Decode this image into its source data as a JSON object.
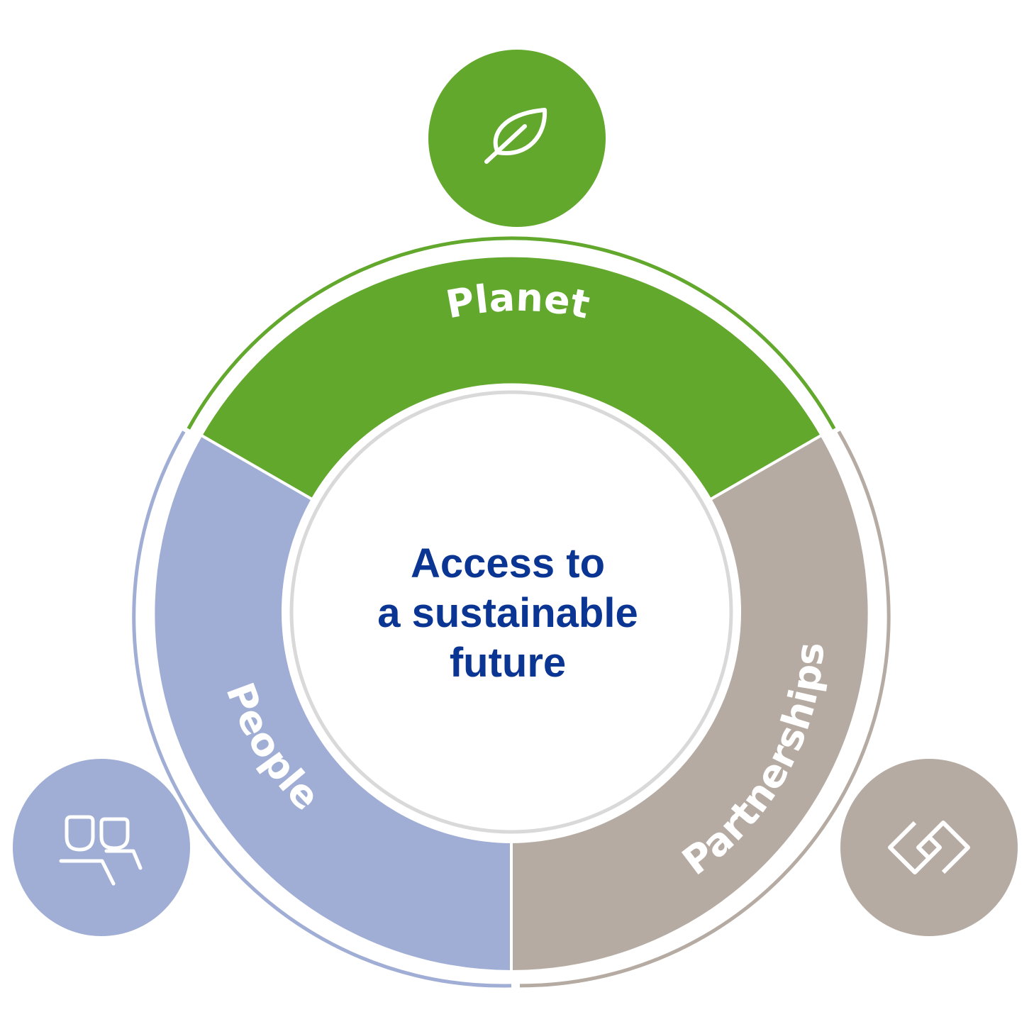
{
  "center": {
    "lines": [
      "Access to",
      "a sustainable",
      "future"
    ],
    "color": "#0a3593"
  },
  "segments": [
    {
      "key": "planet",
      "label": "Planet",
      "color": "#62a82c",
      "icon": "leaf-icon"
    },
    {
      "key": "partnerships",
      "label": "Partnerships",
      "color": "#b5aba2",
      "icon": "chain-link-icon"
    },
    {
      "key": "people",
      "label": "People",
      "color": "#a0aed5",
      "icon": "people-icon"
    }
  ],
  "center_ring_color": "#d9d9d9"
}
